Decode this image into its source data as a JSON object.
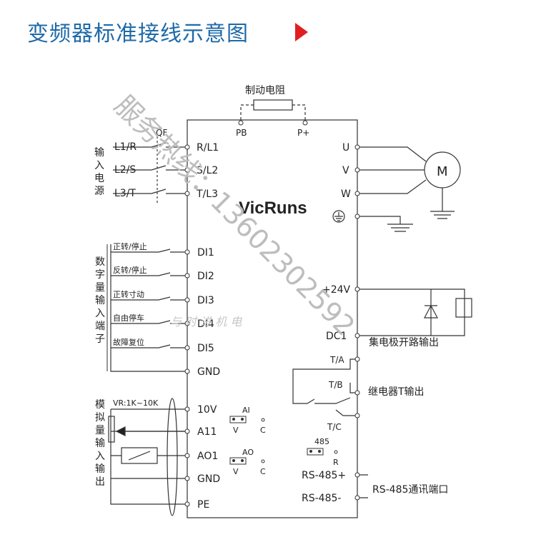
{
  "title": "变频器标准接线示意图",
  "brake_resistor_label": "制动电阻",
  "brake_terminals": [
    "PB",
    "P+"
  ],
  "breaker_label": "QF",
  "input_power_label": [
    "输",
    "入",
    "电",
    "源"
  ],
  "phase_lines": [
    "L1/R",
    "L2/S",
    "L3/T"
  ],
  "input_terminals": [
    "R/L1",
    "S/L2",
    "T/L3"
  ],
  "brand": "VicRuns",
  "output_terminals": [
    "U",
    "V",
    "W"
  ],
  "motor_label": "M",
  "digital_input_label": [
    "数",
    "字",
    "量",
    "输",
    "入",
    "端",
    "子"
  ],
  "digital_functions": [
    "正转/停止",
    "反转/停止",
    "正转寸动",
    "自由停车",
    "故障复位"
  ],
  "digital_terminals": [
    "DI1",
    "DI2",
    "DI3",
    "DI4",
    "DI5",
    "GND"
  ],
  "supply_24v": "+24V",
  "dc1_terminal": "DC1",
  "open_collector_label": "集电极开路输出",
  "relay_terminals": [
    "T/A",
    "T/B",
    "T/C"
  ],
  "relay_output_label": "继电器T输出",
  "analog_label": [
    "模",
    "拟",
    "量",
    "输",
    "入",
    "输",
    "出"
  ],
  "pot_label": "VR:1K~10K",
  "analog_terminals": [
    "10V",
    "A11",
    "AO1",
    "GND",
    "PE"
  ],
  "jumper_ai": {
    "name": "AI",
    "left": "V",
    "right": "C"
  },
  "jumper_ao": {
    "name": "AO",
    "left": "V",
    "right": "C"
  },
  "jumper_485": {
    "name": "485",
    "right": "R"
  },
  "rs485_terminals": [
    "RS-485+",
    "RS-485-"
  ],
  "rs485_label": "RS-485通讯端口",
  "watermark_main": "服务热线：13602302592",
  "watermark_sub": "与 时 进 机 电"
}
